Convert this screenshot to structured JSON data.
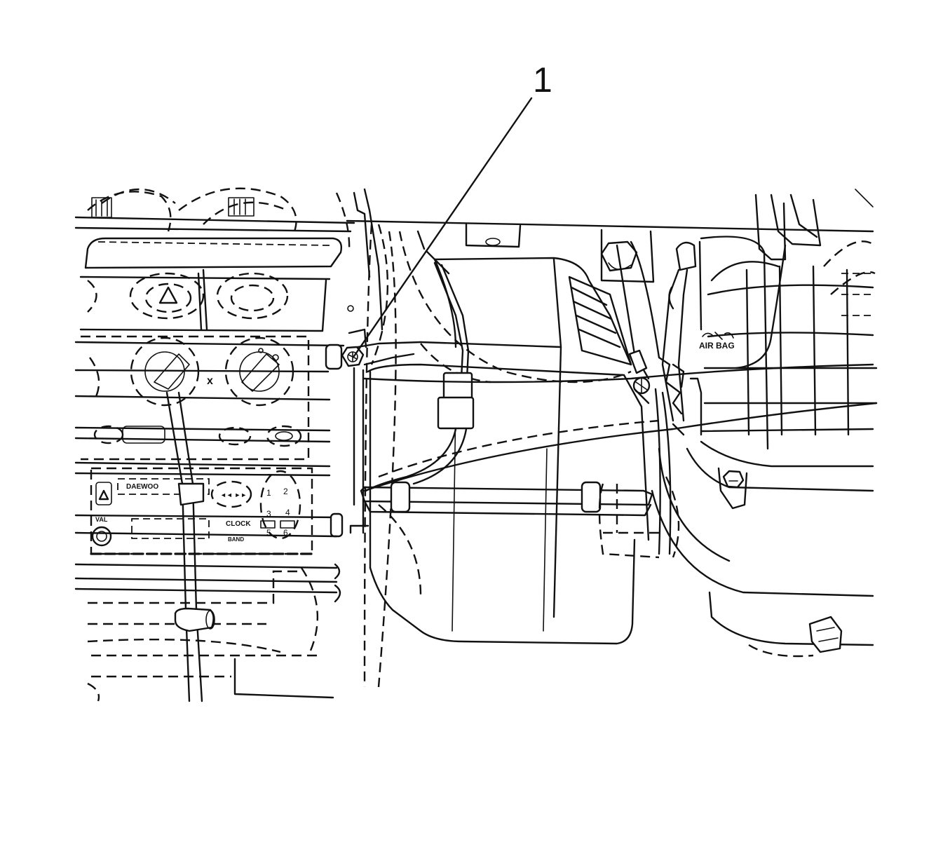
{
  "callouts": [
    {
      "number": "1"
    }
  ],
  "panel_text": {
    "brand": "DAEWOO",
    "vol": "VAL",
    "clock": "CLOCK",
    "band": "BAND",
    "preset_1": "1",
    "preset_2": "2",
    "preset_3": "3",
    "preset_4": "4",
    "preset_5": "5",
    "preset_6": "6",
    "airbag": "AIR BAG"
  }
}
